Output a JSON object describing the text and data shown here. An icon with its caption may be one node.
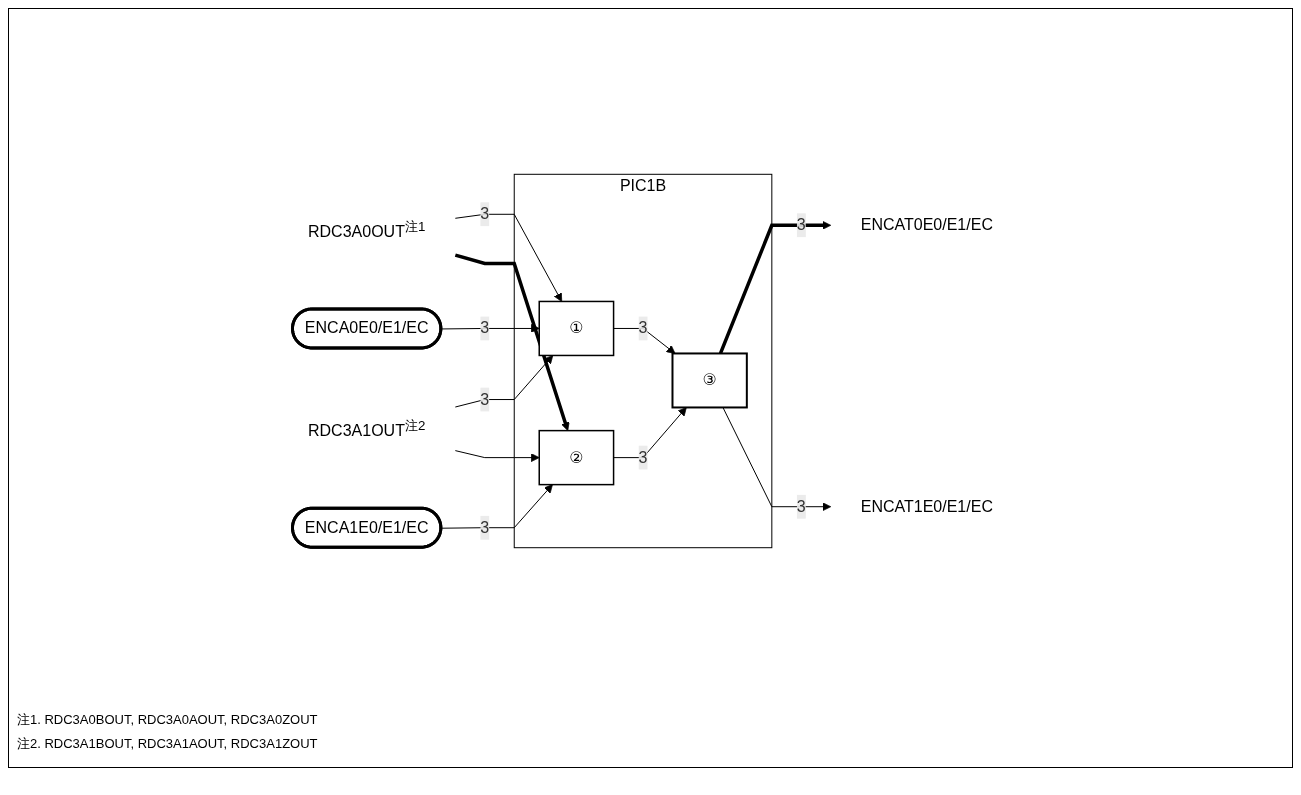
{
  "diagram": {
    "nodes": [
      {
        "text": [
          "PIC1B"
        ]
      },
      {
        "text": [
          "RDC3A0OUT$^{注1}$"
        ]
      },
      {
        "text": [
          "RDC3A1OUT$^{注2}$"
        ]
      },
      {
        "text": [
          "ENCA0E0/E1/EC"
        ]
      },
      {
        "text": [
          "ENCA1E0/E1/EC"
        ]
      },
      {
        "text": [
          "①"
        ],
        "in": 0
      },
      {
        "text": [
          "②"
        ],
        "in": 0
      },
      {
        "text": [
          "③"
        ],
        "in": 0
      },
      {
        "text": [
          "ENCAT0E0/E1/EC"
        ]
      },
      {
        "text": [
          "ENCAT1E0/E1/EC"
        ]
      }
    ],
    "edges": [
      {
        "from": 1,
        "to": 5,
        "arrow": "to",
        "label": "3"
      },
      {
        "from": 1,
        "to": 6,
        "arrow": "to",
        "style": "thick"
      },
      {
        "from": 2,
        "to": 5,
        "arrow": "to",
        "label": "3"
      },
      {
        "from": 2,
        "to": 6,
        "arrow": "to"
      },
      {
        "from": 3,
        "to": 5,
        "arrow": "to",
        "label": "3"
      },
      {
        "from": 4,
        "to": 6,
        "arrow": "to",
        "label": "3"
      },
      {
        "from": 5,
        "to": 7,
        "arrow": "to",
        "label": "3"
      },
      {
        "from": 6,
        "to": 7,
        "arrow": "to",
        "label": "3"
      },
      {
        "from": 7,
        "to": 8,
        "arrow": "to",
        "label": "3",
        "style": "thick"
      },
      {
        "from": 7,
        "to": 9,
        "arrow": "to",
        "label": "3"
      }
    ],
    "labels": [
      "注1. RDC3A0BOUT, RDC3A0AOUT, RDC3A0ZOUT",
      "注2. RDC3A1BOUT, RDC3A1AOUT, RDC3A1ZOUT"
    ]
  }
}
